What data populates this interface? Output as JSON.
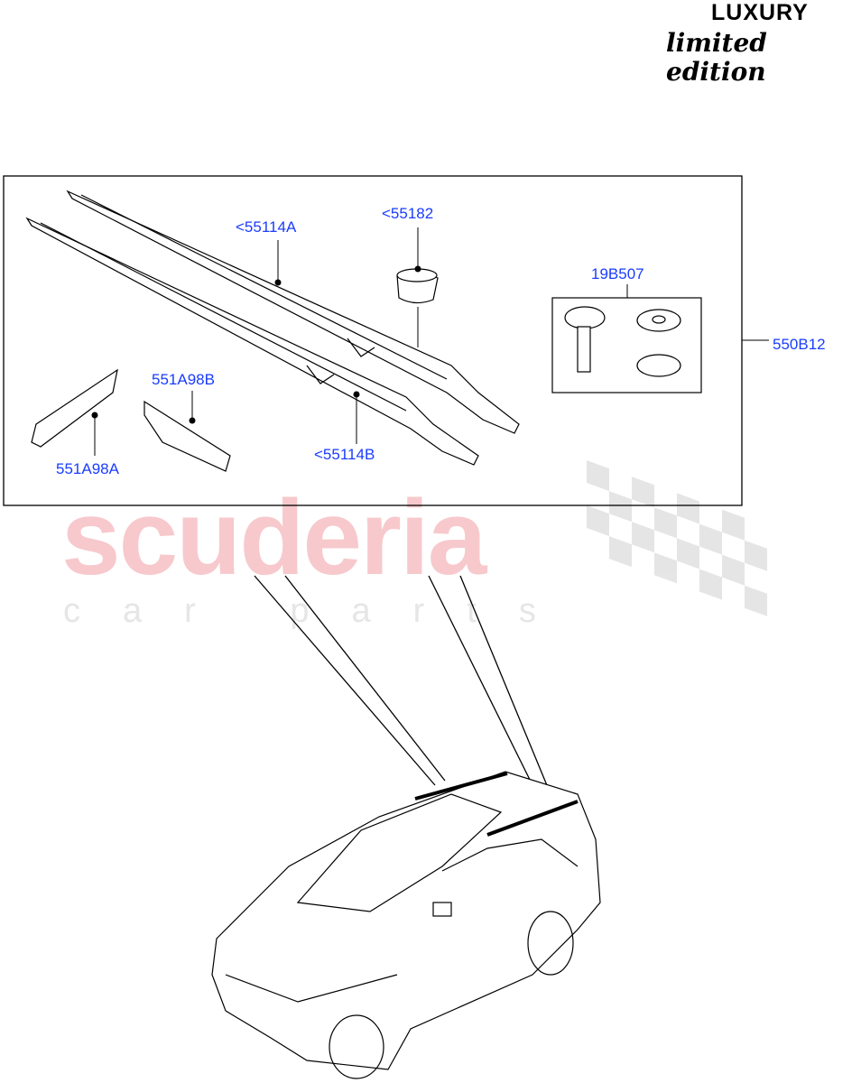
{
  "header": {
    "brand_line1": "LUXURY",
    "brand_line2": "limited edition"
  },
  "watermark": {
    "name": "scuderia",
    "sub": "car parts",
    "color": "#f7c9cc"
  },
  "labels": {
    "rail_a": "<55114A",
    "end_cap": "<55182",
    "fixing_kit": "19B507",
    "assembly": "550B12",
    "cover_b": "551A98B",
    "cover_a": "551A98A",
    "rail_b": "<55114B"
  },
  "colors": {
    "callout": "#1a3cff",
    "line": "#000000"
  }
}
